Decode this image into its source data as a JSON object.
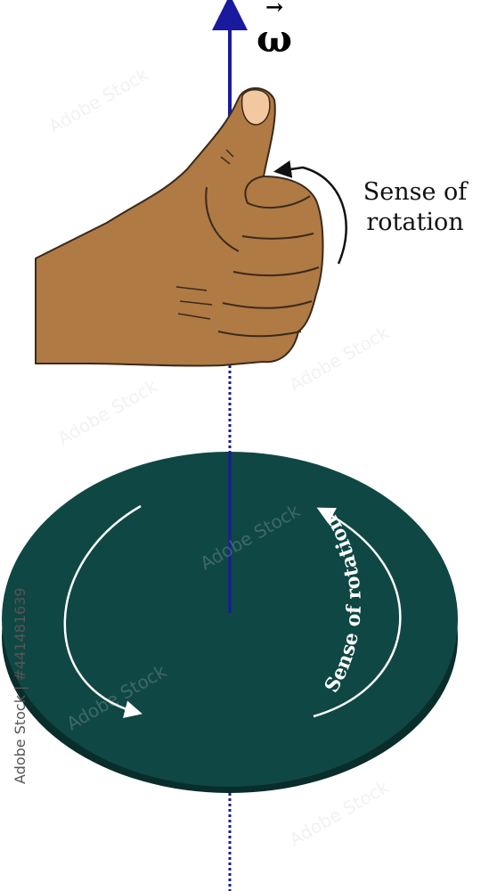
{
  "symbol": {
    "omega": "ω",
    "vector_arrow": "→"
  },
  "hand_label": {
    "line1": "Sense of",
    "line2": "rotation"
  },
  "disc_label": "Sense of rotation",
  "watermark": {
    "side_text": "Adobe Stock | #441481639",
    "tile_text": "Adobe Stock"
  },
  "colors": {
    "axis": "#1a1a9e",
    "disc_top": "#0f4744",
    "disc_side": "#092d2b",
    "skin": "#b07a45",
    "skin_outline": "#3a2a1a",
    "nail": "#f2c8a0",
    "disc_arrow": "#ffffff",
    "hand_arrow": "#111111"
  }
}
